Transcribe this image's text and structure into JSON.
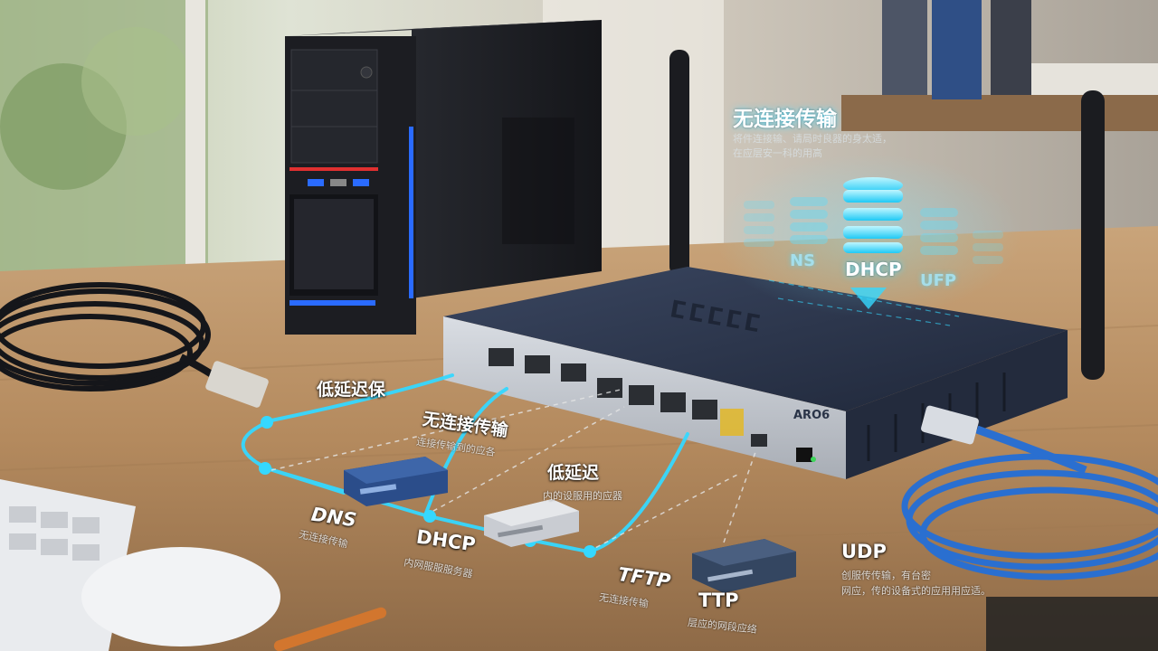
{
  "overlay": {
    "title": "无连接传输",
    "subtitle_line1": "将件连接输、请局时良器的身太适，",
    "subtitle_line2": "在应层安一科的用高",
    "db_labels": {
      "left": "NS",
      "center": "DHCP",
      "right": "UFP"
    }
  },
  "cable_labels": {
    "low_latency_1": "低延迟保",
    "connectionless": "无连接传输",
    "connectionless_sub": "连接传输到的应各",
    "low_latency_2": "低延迟",
    "low_latency_2_sub": "内的设服用的应器"
  },
  "node_labels": {
    "dns": "DNS",
    "dns_sub": "无连接传输",
    "dhcp": "DHCP",
    "dhcp_sub": "内网服服服务器",
    "tftp": "TFTP",
    "tftp_sub": "无连接传输",
    "ttp": "TTP",
    "ttp_sub": "层应的网段应络",
    "udp": "UDP",
    "udp_sub_line1": "创服传传输，有台密",
    "udp_sub_line2": "网应，传的设备式的应用用应适。"
  },
  "device_text": {
    "router_brand": "ARO6",
    "router_top_logo": "ⵎⵎⵎⵎⵎ"
  },
  "colors": {
    "accent_cyan": "#35d8ff",
    "router_body": "#2a3448",
    "pc_case": "#1d1f24",
    "pc_blue_light": "#2a6bff",
    "pc_red_light": "#e03030",
    "desk_wood": "#b8946a"
  }
}
